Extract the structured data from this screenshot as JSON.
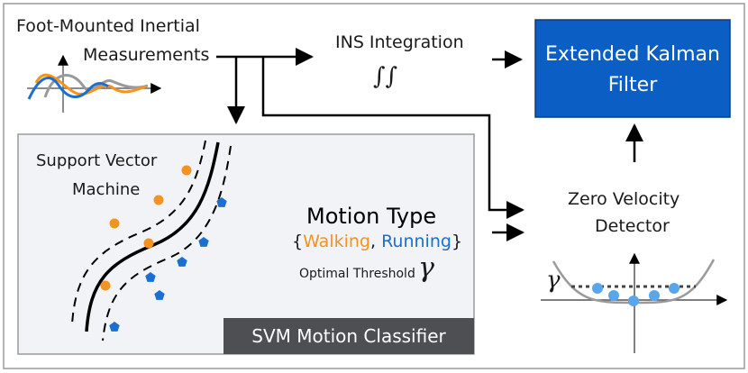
{
  "inputs": {
    "line1": "Foot-Mounted Inertial",
    "line2": "Measurements"
  },
  "ins": {
    "label": "INS Integration",
    "symbol": "∫∫"
  },
  "ekf": {
    "line1": "Extended Kalman",
    "line2": "Filter"
  },
  "svm": {
    "line1": "Support Vector",
    "line2": "Machine",
    "panel_label": "SVM Motion Classifier"
  },
  "motion": {
    "title": "Motion Type",
    "brace_open": "{",
    "walking": "Walking",
    "comma": ",",
    "running": "Running",
    "brace_close": "}",
    "threshold_label": "Optimal Threshold",
    "gamma": "γ"
  },
  "zvd": {
    "line1": "Zero Velocity",
    "line2": "Detector",
    "gamma": "γ"
  },
  "colors": {
    "ekf_fill": "#0b5fc4",
    "orange": "#f39322",
    "blue": "#1a6fd0",
    "light_blue": "#5aa6ea",
    "panel_bg": "#f1f3f7",
    "label_bg": "#4d4f53",
    "gray_curve": "#9a9a9a"
  }
}
